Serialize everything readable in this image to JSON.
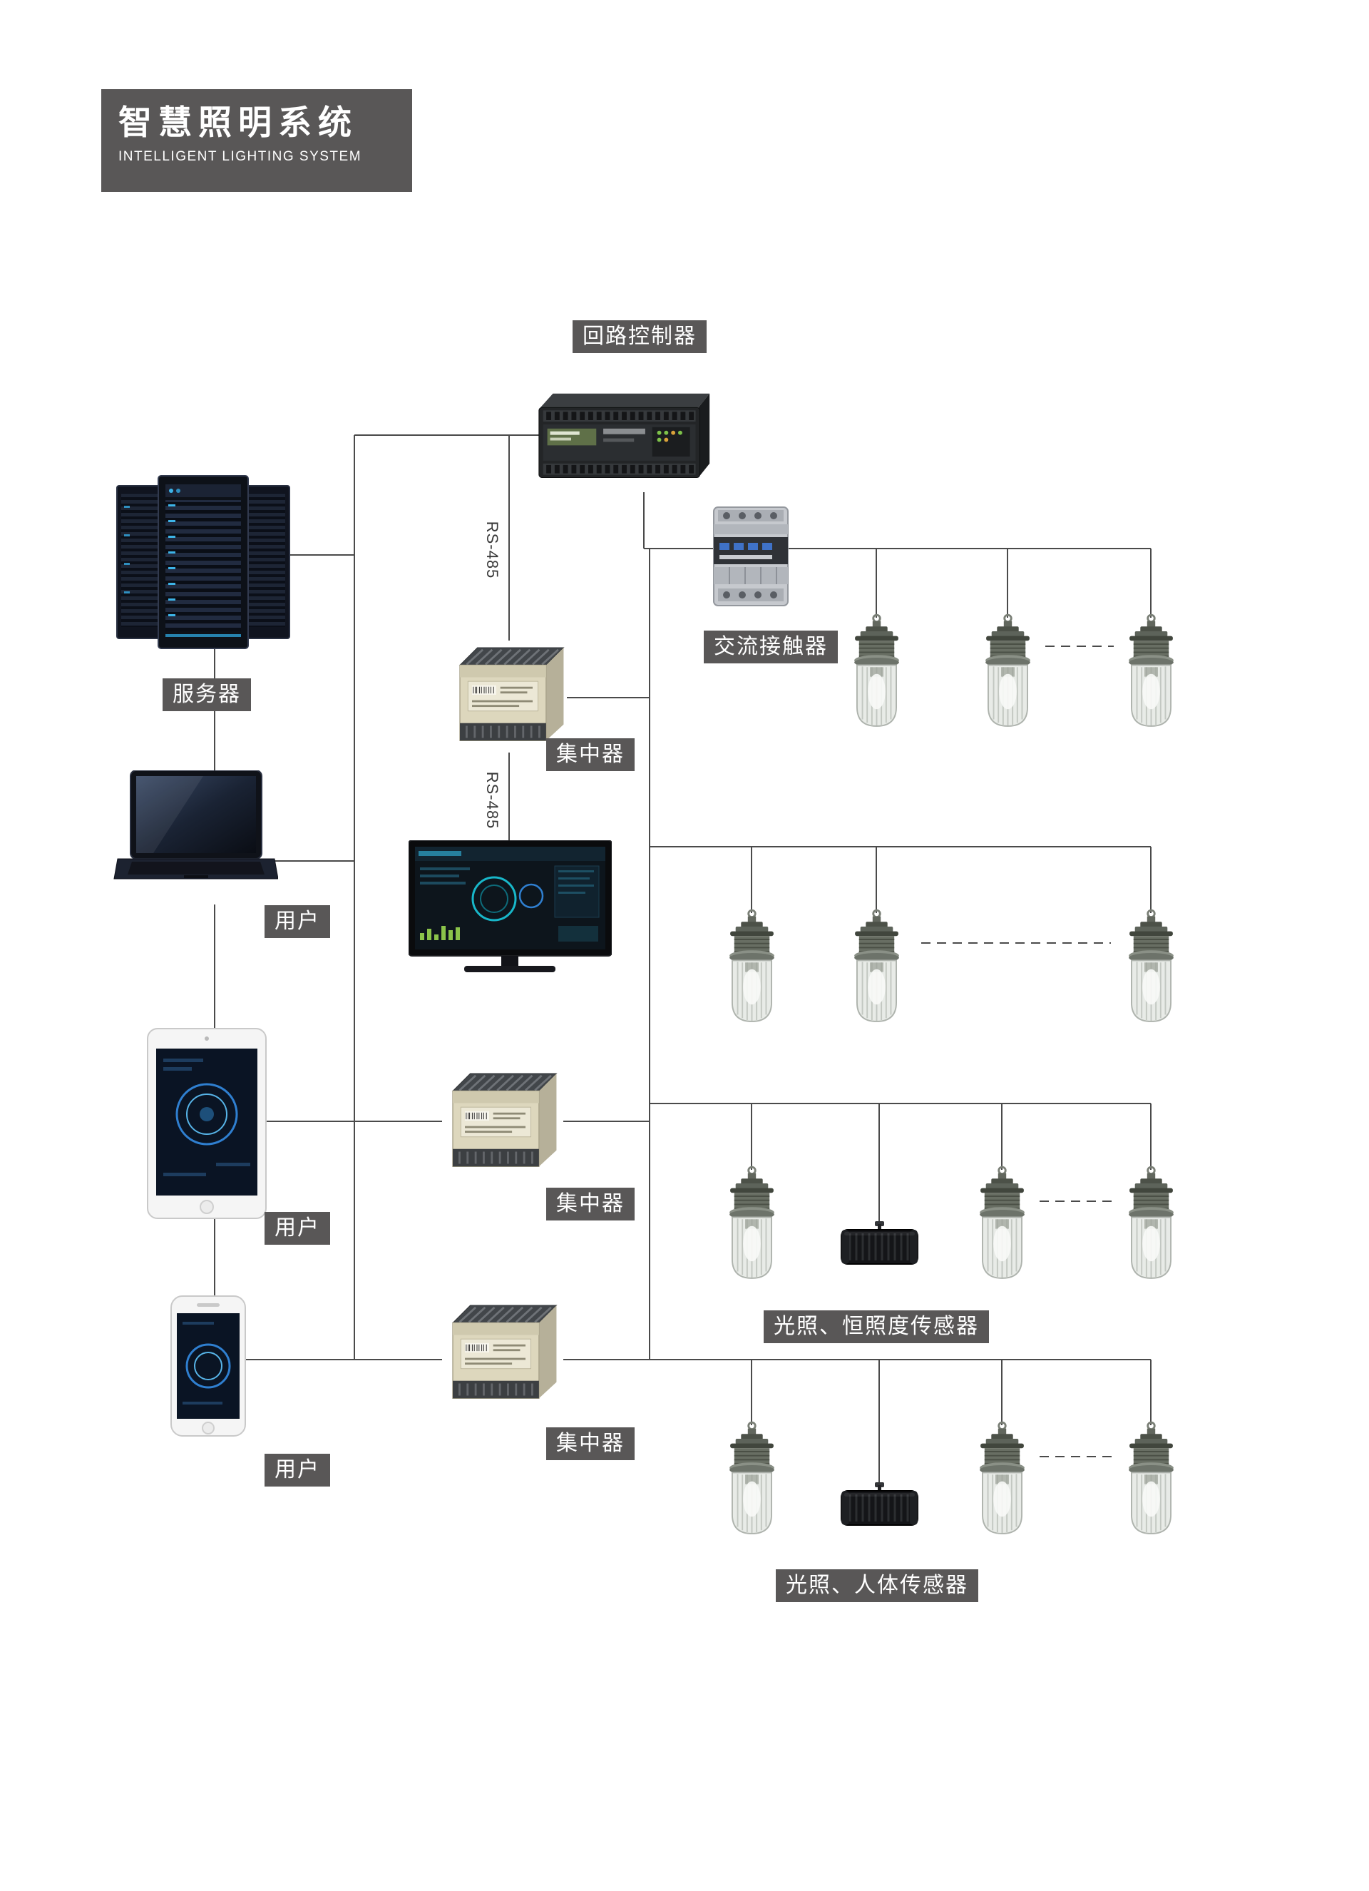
{
  "title": {
    "zh": "智慧照明系统",
    "en": "INTELLIGENT LIGHTING SYSTEM"
  },
  "labels": {
    "loop_controller": "回路控制器",
    "server": "服务器",
    "ac_contactor": "交流接触器",
    "concentrator_1": "集中器",
    "concentrator_2": "集中器",
    "concentrator_3": "集中器",
    "user_1": "用户",
    "user_2": "用户",
    "user_3": "用户",
    "light_constant_sensor": "光照、恒照度传感器",
    "light_body_sensor": "光照、人体传感器"
  },
  "bus_labels": {
    "rs485_top": "RS-485",
    "rs485_bottom": "RS-485"
  },
  "colors": {
    "label_bg": "#595757",
    "label_text": "#ffffff",
    "line": "#4a4a4a",
    "background": "#ffffff"
  },
  "icons": {
    "loop_controller": "plc-controller-image",
    "ac_contactor": "contactor-image",
    "server": "server-rack-image",
    "user_laptop": "laptop-image",
    "user_tablet": "tablet-image",
    "user_phone": "smartphone-image",
    "concentrator": "concentrator-image",
    "monitor": "dashboard-monitor-image",
    "lamp": "explosion-proof-lamp-image",
    "sensor": "sensor-module-image"
  }
}
